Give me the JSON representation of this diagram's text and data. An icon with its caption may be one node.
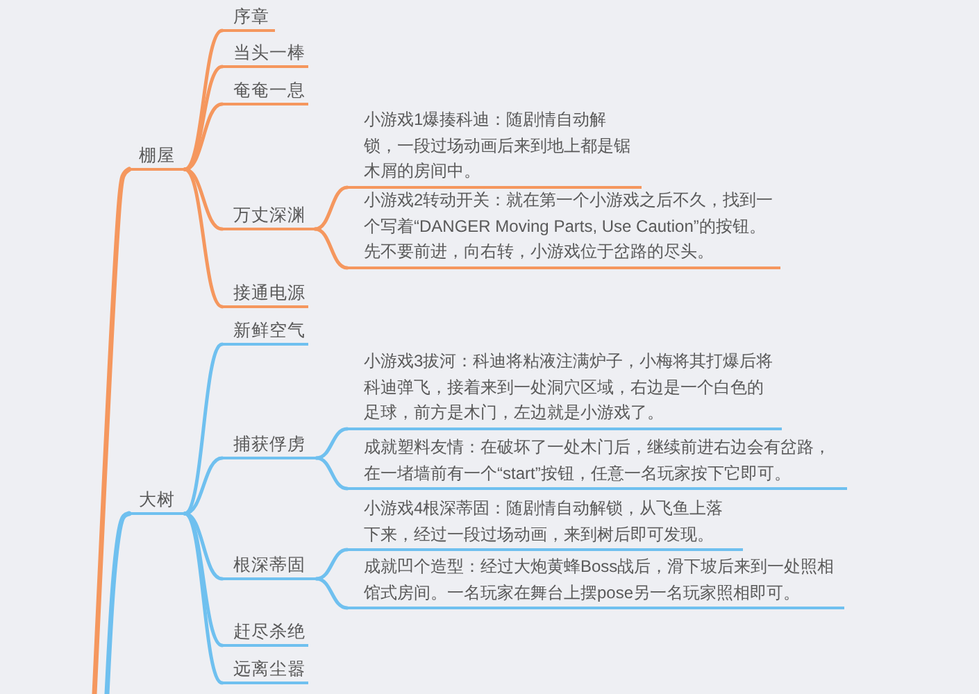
{
  "diagram": {
    "nodes": [
      {
        "text": [
          "棚屋"
        ]
      },
      {
        "text": [
          "序章"
        ]
      },
      {
        "text": [
          "当头一棒"
        ]
      },
      {
        "text": [
          "奄奄一息"
        ]
      },
      {
        "text": [
          "万丈深渊"
        ]
      },
      {
        "text": [
          "小游戏1爆揍科迪：随剧情自动解锁，一段过场动画后来到地上都是锯木屑的房间中。"
        ]
      },
      {
        "text": [
          "小游戏2转动开关：就在第一个小游戏之后不久，找到一个写着“DANGER Moving Parts, Use Caution”的按钮。先不要前进，向右转，小游戏位于岔路的尽头。"
        ]
      },
      {
        "text": [
          "接通电源"
        ]
      },
      {
        "text": [
          "大树"
        ]
      },
      {
        "text": [
          "新鲜空气"
        ]
      },
      {
        "text": [
          "捕获俘虏"
        ]
      },
      {
        "text": [
          "小游戏3拔河：科迪将粘液注满炉子，小梅将其打爆后将科迪弹飞，接着来到一处洞穴区域，右边是一个白色的足球，前方是木门，左边就是小游戏了。"
        ]
      },
      {
        "text": [
          "成就塑料友情：在破坏了一处木门后，继续前进右边会有岔路，在一堵墙前有一个“start”按钮，任意一名玩家按下它即可。"
        ]
      },
      {
        "text": [
          "根深蒂固"
        ]
      },
      {
        "text": [
          "小游戏4根深蒂固：随剧情自动解锁，从飞鱼上落下来，经过一段过场动画，来到树后即可发现。"
        ]
      },
      {
        "text": [
          "成就凹个造型：经过大炮黄蜂Boss战后，滑下坡后来到一处照相馆式房间。一名玩家在舞台上摆pose另一名玩家照相即可。"
        ]
      },
      {
        "text": [
          "赶尽杀绝"
        ]
      },
      {
        "text": [
          "远离尘嚣"
        ]
      }
    ],
    "edges": [
      {
        "from": null,
        "to": 0,
        "arrow": "none",
        "color": "#f5975e"
      },
      {
        "from": 0,
        "to": 1,
        "arrow": "none",
        "color": "#f5975e"
      },
      {
        "from": 0,
        "to": 2,
        "arrow": "none",
        "color": "#f5975e"
      },
      {
        "from": 0,
        "to": 3,
        "arrow": "none",
        "color": "#f5975e"
      },
      {
        "from": 0,
        "to": 4,
        "arrow": "none",
        "color": "#f5975e"
      },
      {
        "from": 4,
        "to": 5,
        "arrow": "none",
        "color": "#f5975e"
      },
      {
        "from": 4,
        "to": 6,
        "arrow": "none",
        "color": "#f5975e"
      },
      {
        "from": 0,
        "to": 7,
        "arrow": "none",
        "color": "#f5975e"
      },
      {
        "from": null,
        "to": 8,
        "arrow": "none"
      },
      {
        "from": 8,
        "to": 9,
        "arrow": "none"
      },
      {
        "from": 8,
        "to": 10,
        "arrow": "none"
      },
      {
        "from": 10,
        "to": 11,
        "arrow": "none"
      },
      {
        "from": 10,
        "to": 12,
        "arrow": "none"
      },
      {
        "from": 8,
        "to": 13,
        "arrow": "none"
      },
      {
        "from": 13,
        "to": 14,
        "arrow": "none"
      },
      {
        "from": 13,
        "to": 15,
        "arrow": "none"
      },
      {
        "from": 8,
        "to": 16,
        "arrow": "none"
      },
      {
        "from": 8,
        "to": 17,
        "arrow": "none"
      }
    ]
  }
}
